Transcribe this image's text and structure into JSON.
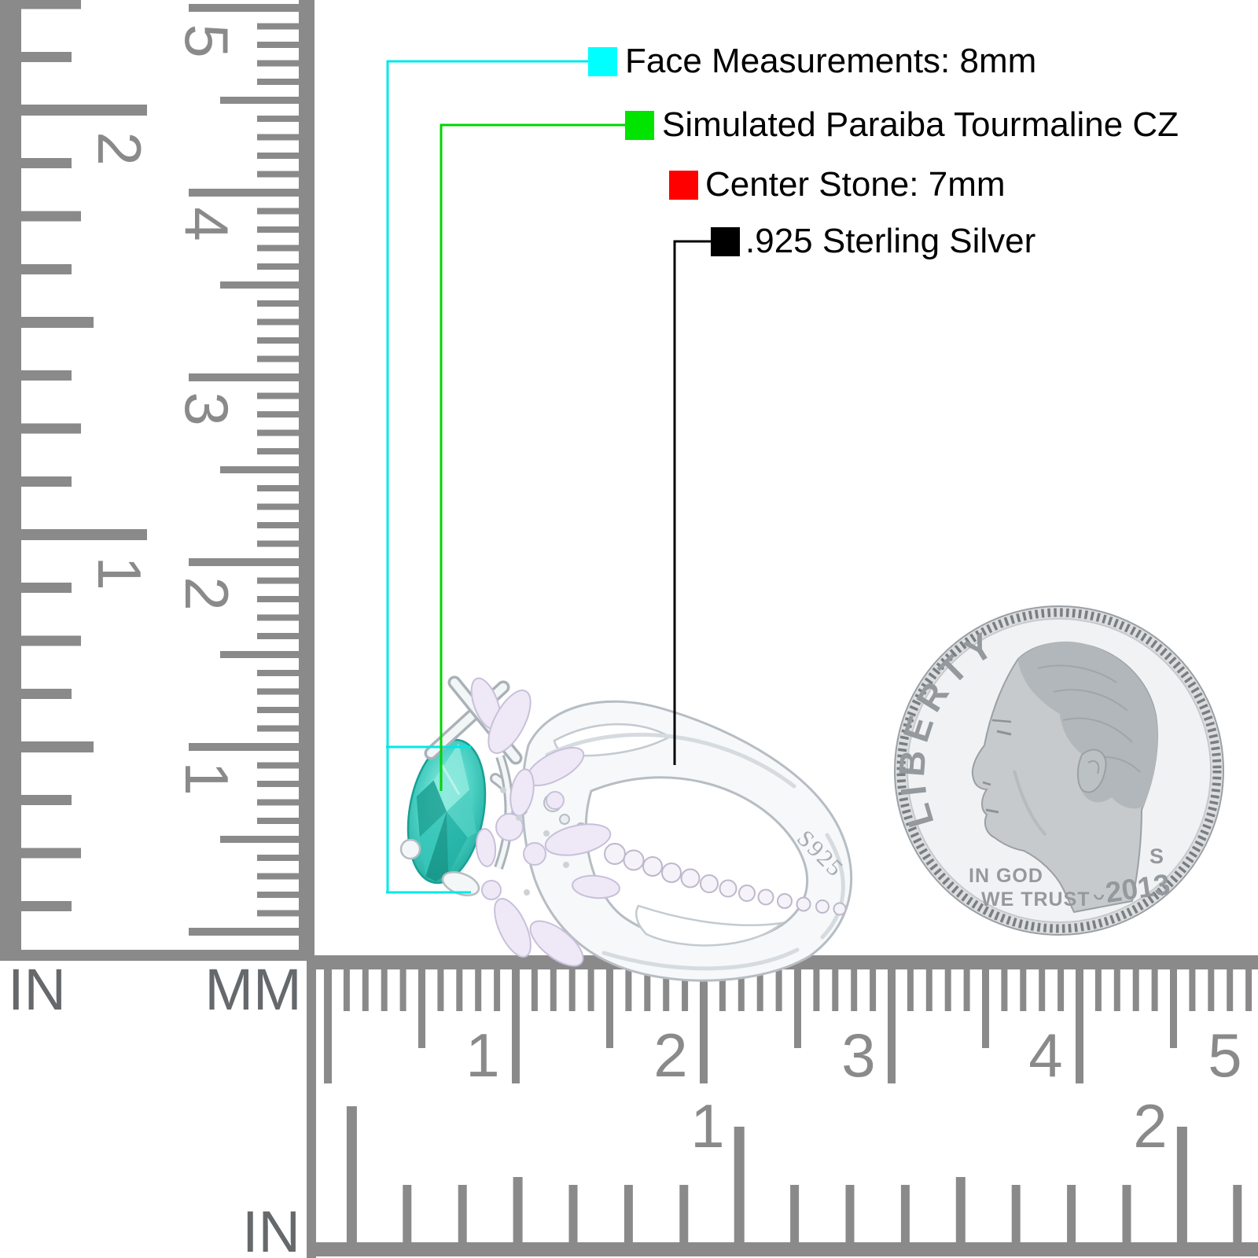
{
  "annotations": {
    "items": [
      {
        "label": "Face Measurements: 8mm",
        "color": "#00ffff"
      },
      {
        "label": "Simulated Paraiba Tourmaline CZ",
        "color": "#00e400"
      },
      {
        "label": "Center Stone: 7mm",
        "color": "#ff0000"
      },
      {
        "label": ".925 Sterling Silver",
        "color": "#000000"
      }
    ]
  },
  "ring": {
    "engraving": "S925",
    "stone_color": "#3fc8bb"
  },
  "coin": {
    "legend": "LIBERTY",
    "motto_line1": "IN GOD",
    "motto_line2": "WE TRUST",
    "mint_mark": "S",
    "year": "2013"
  },
  "rulers": {
    "left_inch": {
      "unit": "IN",
      "numerals": [
        "2",
        "1"
      ]
    },
    "left_mm": {
      "unit": "MM",
      "numerals": [
        "5",
        "4",
        "3",
        "2",
        "1"
      ]
    },
    "bottom_mm": {
      "numerals": [
        "1",
        "2",
        "3",
        "4",
        "5"
      ]
    },
    "bottom_inch": {
      "unit": "IN",
      "numerals": [
        "1",
        "2"
      ]
    }
  }
}
